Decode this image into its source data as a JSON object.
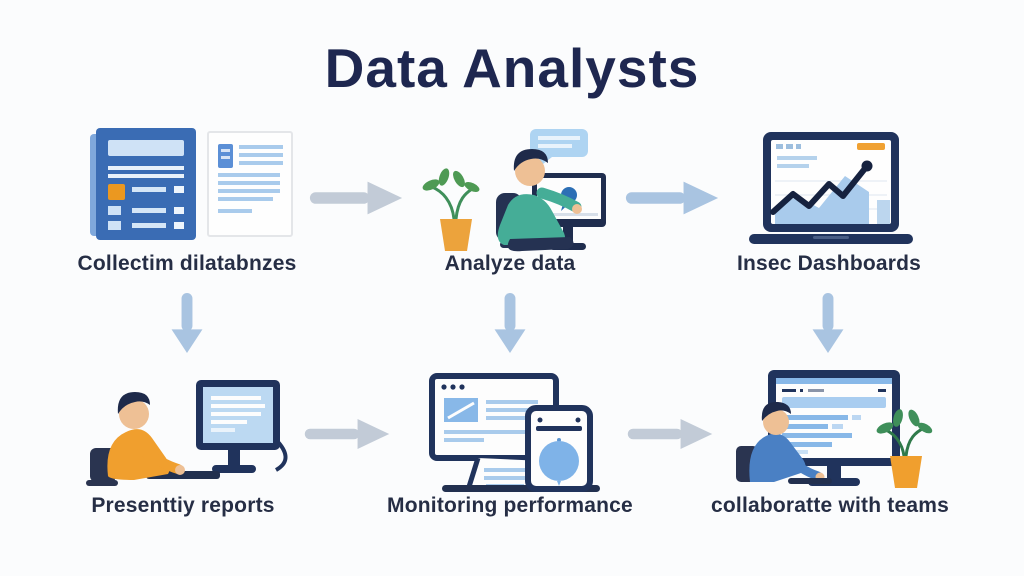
{
  "title": "Data Analysts",
  "steps": [
    {
      "label": "Collectim dilatabnzes",
      "icon": "documents-icon"
    },
    {
      "label": "Analyze data",
      "icon": "person-analyzing-icon"
    },
    {
      "label": "Insec Dashboards",
      "icon": "dashboard-laptop-icon"
    },
    {
      "label": "Presenttiy reports",
      "icon": "person-presenting-icon"
    },
    {
      "label": "Monitoring performance",
      "icon": "devices-monitoring-icon"
    },
    {
      "label": "collaboratte with teams",
      "icon": "person-collaborating-icon"
    }
  ],
  "colors": {
    "title": "#1e2750",
    "caption": "#262e45",
    "navy": "#20335c",
    "medium_blue": "#3a6cb4",
    "light_blue": "#a9cbec",
    "pale_blue": "#cfe2f6",
    "orange": "#f09e2a",
    "teal": "#45ad97",
    "skin": "#eec095",
    "green": "#4e9a54",
    "arrow_gray": "#c2cbd7",
    "arrow_blue": "#a9c4e1"
  }
}
